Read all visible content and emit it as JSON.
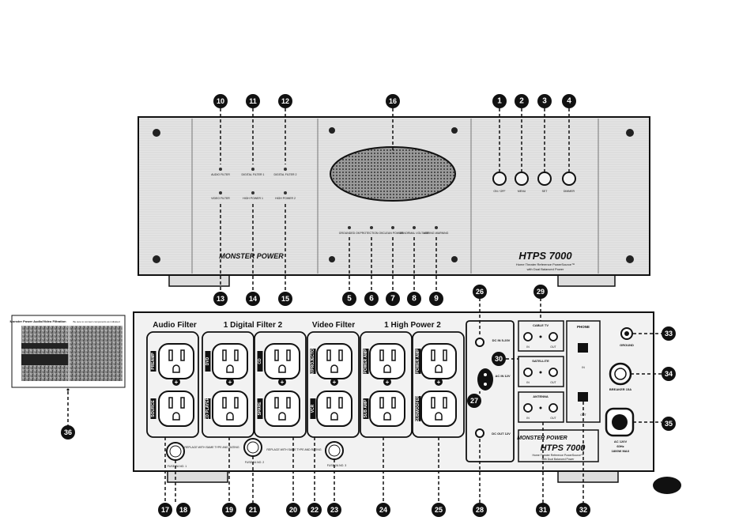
{
  "callouts": {
    "c1": "1",
    "c2": "2",
    "c3": "3",
    "c4": "4",
    "c5": "5",
    "c6": "6",
    "c7": "7",
    "c8": "8",
    "c9": "9",
    "c10": "10",
    "c11": "11",
    "c12": "12",
    "c13": "13",
    "c14": "14",
    "c15": "15",
    "c16": "16",
    "c17": "17",
    "c18": "18",
    "c19": "19",
    "c20": "20",
    "c21": "21",
    "c22": "22",
    "c23": "23",
    "c24": "24",
    "c25": "25",
    "c26": "26",
    "c27": "27",
    "c28": "28",
    "c29": "29",
    "c30": "30",
    "c31": "31",
    "c32": "32",
    "c33": "33",
    "c34": "34",
    "c35": "35",
    "c36": "36"
  },
  "front": {
    "brand": "MONSTER POWER",
    "model": "HTPS 7000",
    "subtitle1": "Home Theater Reference PowerSource™",
    "subtitle2": "with Dual Balanced Power",
    "led_labels": {
      "audio_filter": "AUDIO FILTER",
      "digital_filter_1": "DIGITAL FILTER 1",
      "digital_filter_2": "DIGITAL FILTER 2",
      "video_filter": "VIDEO FILTER",
      "high_power_1": "HIGH POWER 1",
      "high_power_2": "HIGH POWER 2",
      "grounded": "GROUNDED OK",
      "protection": "PROTECTION OK",
      "clean": "CLEAN POWER",
      "abnormal": "ABNORMAL VOLTAGE",
      "wiring": "WIRING WARNING"
    },
    "buttons": {
      "on_off": "ON / OFF",
      "menu": "MENU",
      "set": "SET",
      "dimmer": "DIMMER"
    }
  },
  "rear": {
    "sections": {
      "audio": "Audio Filter",
      "digital": "1  Digital Filter  2",
      "video": "Video Filter",
      "high": "1  High Power  2"
    },
    "outlet_labels": {
      "preamp": "PREAMP",
      "source": "SOURCE",
      "dvd": "DVD",
      "cd": "CD",
      "cd_player": "CD PLAYER",
      "spare": "SPARE",
      "tv_projector": "TV/PROJECTOR",
      "vcr": "VCR",
      "power_amp_1": "POWER AMP",
      "power_amp_2": "POWER AMP",
      "sub_amp": "SUB AMP",
      "subwoofer": "SUBWOOFER"
    },
    "fuse_labels": {
      "f1": "FUSE  2A  NO. 1",
      "f2": "FUSE  2A  NO. 2",
      "f3": "FUSE  2A  NO. 3",
      "replace1": "REPLACE WITH SAME TYPE AND RATING",
      "replace2": "REPLACE WITH SAME TYPE AND RATING"
    },
    "dc_in": "DC IN 5-20V",
    "ac_in": "AC IN 12V",
    "dc_out": "DC OUT 12V",
    "cable_tv": "CABLE TV",
    "satellite": "SATELLITE",
    "antenna": "ANTENNA",
    "in": "IN",
    "out": "OUT",
    "phone": "PHONE",
    "ground": "GROUND",
    "breaker": "BREAKER 15A",
    "ac_rating1": "AC 120V",
    "ac_rating2": "60Hz",
    "ac_rating3": "1800W MAX",
    "brand": "MONSTER POWER",
    "model": "HTPS 7000",
    "subtitle1": "Home Theater Reference PowerSource™",
    "subtitle2": "with Dual Balanced Power"
  },
  "card": {
    "title": "Monster Power Audio/Video Filtration",
    "note": "Be sure to connect components as indicated"
  }
}
